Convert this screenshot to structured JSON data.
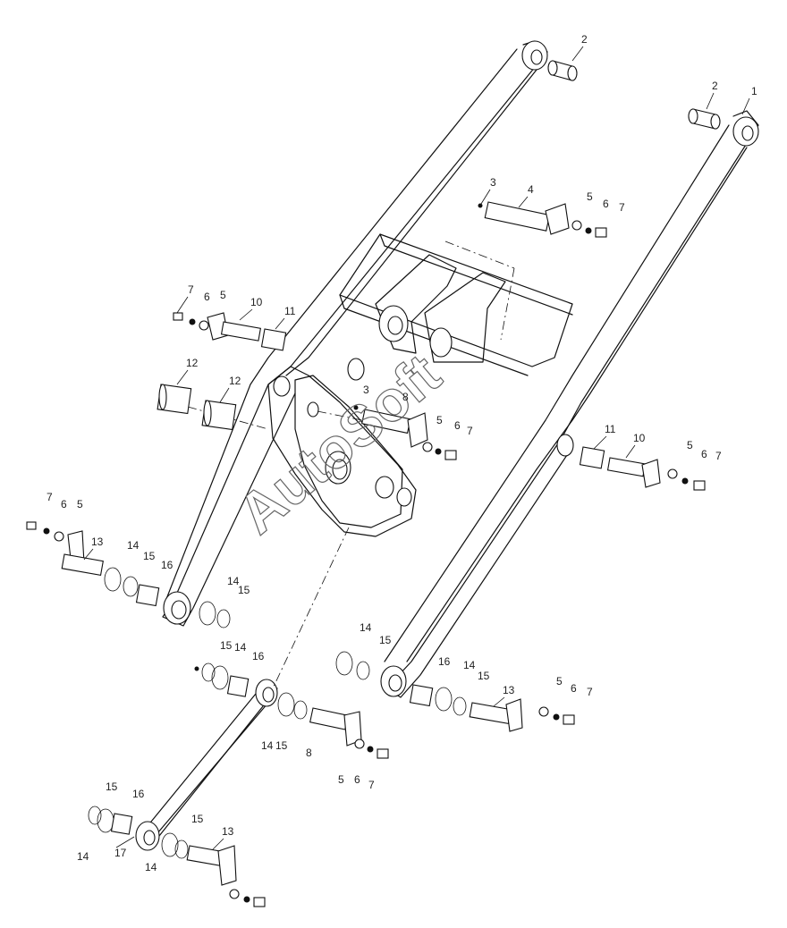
{
  "watermark": "AutoSoft",
  "callouts": {
    "n1": "1",
    "n2": "2",
    "n3": "3",
    "n4": "4",
    "n5": "5",
    "n6": "6",
    "n7": "7",
    "n8": "8",
    "n10": "10",
    "n11": "11",
    "n12": "12",
    "n13": "13",
    "n14": "14",
    "n15": "15",
    "n16": "16",
    "n17": "17"
  }
}
